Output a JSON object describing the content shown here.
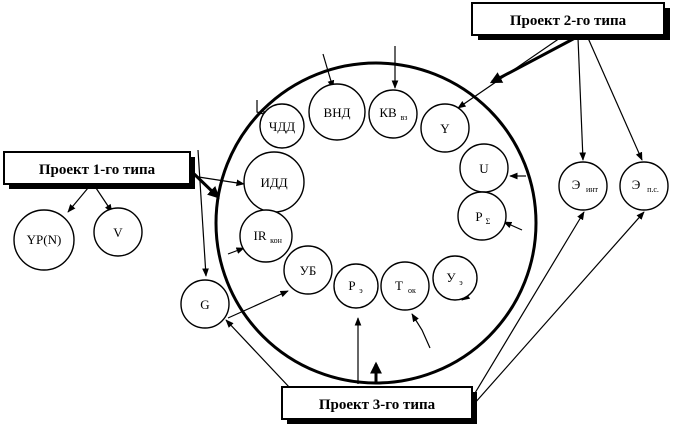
{
  "projects": {
    "p1": "Проект 1-го типа",
    "p2": "Проект 2-го типа",
    "p3": "Проект 3-го типа"
  },
  "nodes": {
    "chdd": "ЧДД",
    "vnd": "ВНД",
    "kv_main": "КВ",
    "kv_sub": "вз",
    "y": "Y",
    "u": "U",
    "pz_main": "P",
    "pz_sub": "Σ",
    "ue_main": "У",
    "ue_sub": "э",
    "tok_main": "T",
    "tok_sub": "ок",
    "re_main": "P",
    "re_sub": "э",
    "ub": "УБ",
    "irr_main": "IR",
    "irr_sub": "кон",
    "idd": "ИДД",
    "yrn": "YP(N)",
    "v": "V",
    "g": "G",
    "eint_main": "Э",
    "eint_sub": "инт",
    "eps_main": "Э",
    "eps_sub": "п.с."
  }
}
